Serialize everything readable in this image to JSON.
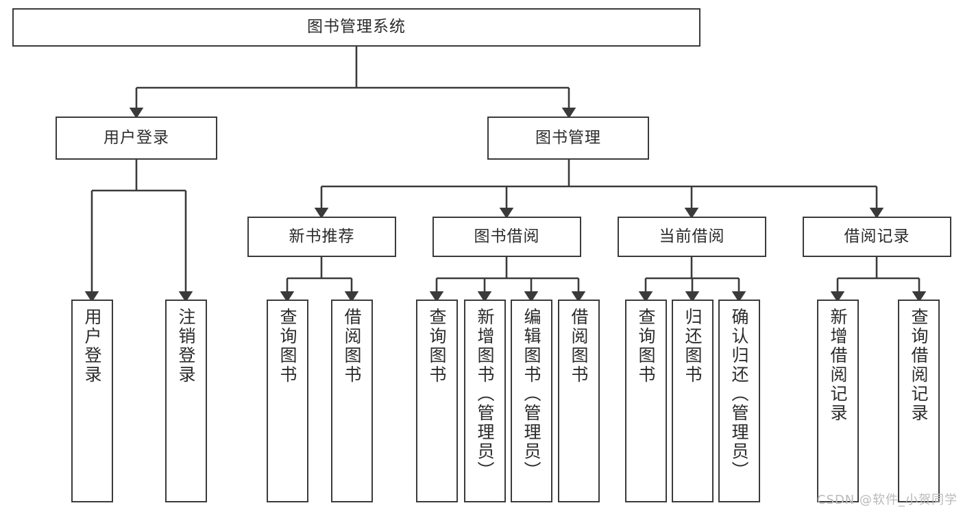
{
  "diagram": {
    "title": "图书管理系统",
    "type": "tree-hierarchy-diagram",
    "colors": {
      "background": "#ffffff",
      "node_border": "#3a3a3a",
      "node_fill": "#ffffff",
      "connector": "#3a3a3a",
      "text": "#2b2b2b",
      "watermark": "#b9b9b9"
    },
    "watermark": "CSDN @软件_小贺同学"
  },
  "nodes": {
    "root": {
      "label": "图书管理系统"
    },
    "level2": [
      {
        "id": "user-login",
        "label": "用户登录"
      },
      {
        "id": "book-management",
        "label": "图书管理"
      }
    ],
    "level3": [
      {
        "id": "new-book-recommend",
        "label": "新书推荐"
      },
      {
        "id": "book-borrow",
        "label": "图书借阅"
      },
      {
        "id": "current-borrow",
        "label": "当前借阅"
      },
      {
        "id": "borrow-record",
        "label": "借阅记录"
      }
    ],
    "leaves": {
      "user_login": [
        {
          "id": "leaf-user-login",
          "label": "用户登录"
        },
        {
          "id": "leaf-logout-login",
          "label": "注销登录"
        }
      ],
      "new_book_recommend": [
        {
          "id": "leaf-query-book-1",
          "label": "查询图书"
        },
        {
          "id": "leaf-borrow-book-1",
          "label": "借阅图书"
        }
      ],
      "book_borrow": [
        {
          "id": "leaf-query-book-2",
          "label": "查询图书"
        },
        {
          "id": "leaf-add-book",
          "label": "新增图书（管理员）"
        },
        {
          "id": "leaf-edit-book",
          "label": "编辑图书（管理员）"
        },
        {
          "id": "leaf-borrow-book-2",
          "label": "借阅图书"
        }
      ],
      "current_borrow": [
        {
          "id": "leaf-query-book-3",
          "label": "查询图书"
        },
        {
          "id": "leaf-return-book",
          "label": "归还图书"
        },
        {
          "id": "leaf-confirm-return",
          "label": "确认归还（管理员）"
        }
      ],
      "borrow_record": [
        {
          "id": "leaf-add-record",
          "label": "新增借阅记录"
        },
        {
          "id": "leaf-query-record",
          "label": "查询借阅记录"
        }
      ]
    }
  }
}
